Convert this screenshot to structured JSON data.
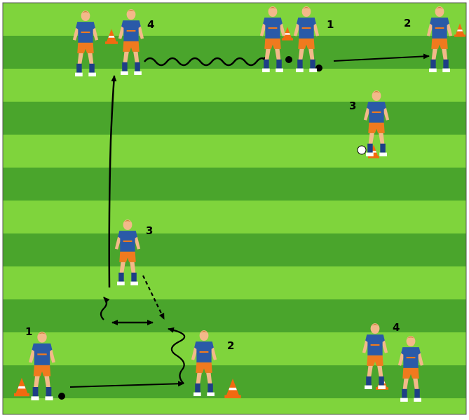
{
  "diagram": {
    "colors": {
      "stripe_light": "#7fd43c",
      "stripe_dark": "#4aa52c",
      "jersey": "#2a5aa8",
      "shorts": "#f07a1e",
      "skin": "#f3b98a",
      "hair": "#c8762a",
      "socks": "#1e3f86",
      "cone": "#f26a10",
      "arrow": "#000000",
      "frame": "#555555"
    },
    "labels": {
      "top_left_player": "4",
      "top_mid_player": "1",
      "top_right_player": "2",
      "mid_right_player": "3",
      "center_player": "3",
      "bottom_left_player": "1",
      "bottom_mid_player": "2",
      "bottom_right_player": "4"
    }
  }
}
